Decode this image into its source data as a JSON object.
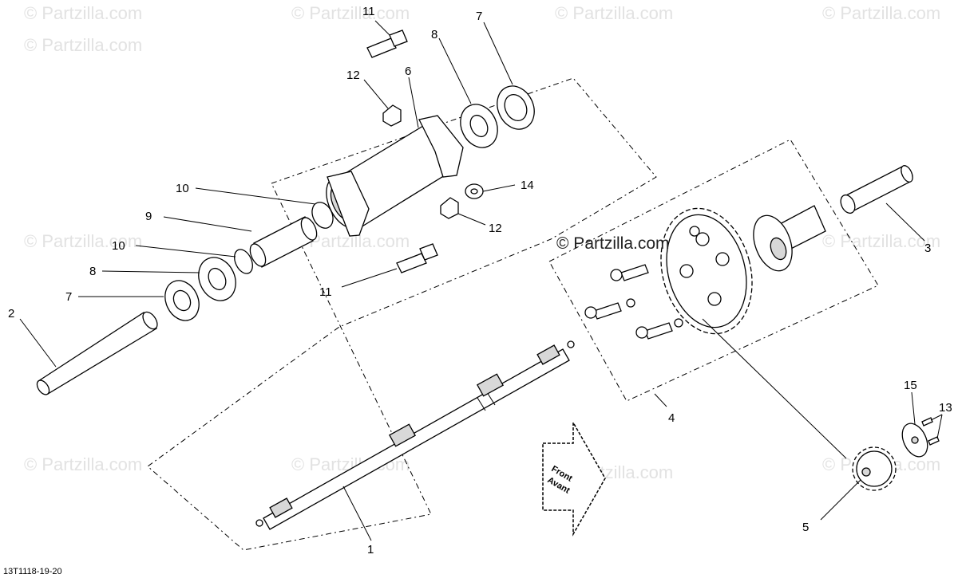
{
  "watermark": {
    "text": "© Partzilla.com",
    "main_text": "© Partzilla.com"
  },
  "drawing_code": "13T1118-19-20",
  "front_arrow": {
    "line1": "Front",
    "line2": "Avant"
  },
  "callouts": {
    "c1": "1",
    "c2": "2",
    "c3": "3",
    "c4": "4",
    "c5": "5",
    "c6": "6",
    "c7a": "7",
    "c7b": "7",
    "c8a": "8",
    "c8b": "8",
    "c9": "9",
    "c10a": "10",
    "c10b": "10",
    "c11a": "11",
    "c11b": "11",
    "c12a": "12",
    "c12b": "12",
    "c13": "13",
    "c14": "14",
    "c15": "15"
  }
}
